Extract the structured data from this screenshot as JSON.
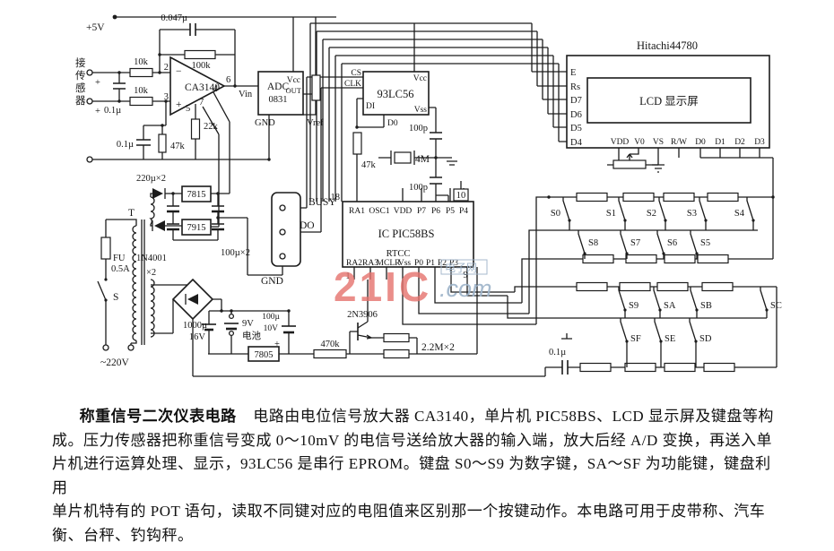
{
  "watermark": {
    "brand": "21IC",
    "suffix": ".com",
    "tag": "电子网"
  },
  "power": {
    "rail": "+5V",
    "mains": "~220V",
    "fuse": "FU",
    "fuse_rating": "0.5A",
    "switch": "S",
    "transformer": "T",
    "diode": "1N4001",
    "winding_qty": "×2",
    "reg_pos": "7815",
    "reg_neg": "7915",
    "reg_5v": "7805",
    "cap_220": "220µ×2",
    "cap_100": "100µ×2",
    "cap_1000": "1000µ",
    "cap_1000_v": "16V",
    "battery_v": "9V",
    "battery": "电池",
    "cap_100b": "100µ",
    "cap_100b_v": "10V",
    "plus": "+"
  },
  "sensor": {
    "c0": "接",
    "c1": "传",
    "c2": "感",
    "c3": "器",
    "r_top": "10k",
    "r_bot": "10k",
    "cap": "0.1µ"
  },
  "opamp": {
    "name": "CA3140",
    "minus": "−",
    "plus": "+",
    "p2": "2",
    "p3": "3",
    "p4": "4",
    "p5": "5",
    "p6": "6",
    "p7": "7",
    "fb_cap": "0.047µ",
    "fb_res": "100k",
    "r22k": "22k",
    "r47k": "47k",
    "cap": "0.1µ"
  },
  "adc": {
    "l1": "ADC",
    "l2": "0831",
    "vcc": "Vcc",
    "out": "OUT",
    "vin": "Vin",
    "gnd": "GND",
    "vref": "Vref"
  },
  "eeprom": {
    "name": "93LC56",
    "cs": "CS",
    "clk": "CLK",
    "di": "DI",
    "d0": "D0",
    "vcc": "Vcc",
    "vss": "Vss",
    "r": "47k",
    "c_top": "100p",
    "c_bot": "100p",
    "xtal": "4M"
  },
  "mcu": {
    "name": "IC PIC58BS",
    "sub": "RTCC",
    "p18": "18",
    "p10": "10",
    "p1": "1",
    "p9": "9",
    "top": [
      "RA1",
      "OSC1",
      "VDD",
      "P7",
      "P6",
      "P5",
      "P4"
    ],
    "bottom": [
      "RA2",
      "RA3",
      "MCLR",
      "Vss",
      "P0",
      "P1",
      "P2",
      "P3"
    ]
  },
  "lcd": {
    "title": "Hitachi44780",
    "screen": "LCD 显示屏",
    "left": [
      "E",
      "Rs",
      "D7",
      "D6",
      "D5",
      "D4"
    ],
    "bottom": [
      "VDD",
      "V0",
      "VS",
      "R/W",
      "D0",
      "D1",
      "D2",
      "D3"
    ]
  },
  "conn": {
    "busy": "BUSY",
    "dout": "DO",
    "gnd": "GND"
  },
  "keypad": {
    "row1": [
      "S0",
      "S1",
      "S2",
      "S3",
      "S4"
    ],
    "row2": [
      "S8",
      "S7",
      "S6",
      "S5"
    ],
    "row3": [
      "S9",
      "SA",
      "SB",
      "SC"
    ],
    "row4": [
      "SF",
      "SE",
      "SD"
    ],
    "cap": "0.1µ"
  },
  "driver": {
    "q": "2N3906",
    "r1": "470k",
    "r2": "2.2M×2"
  },
  "caption": {
    "title": "称重信号二次仪表电路",
    "l1": "电路由电位信号放大器 CA3140，单片机 PIC58BS、LCD 显示屏及键盘等构",
    "l2": "成。压力传感器把称重信号变成 0～10mV 的电信号送给放大器的输入端，放大后经 A/D 变换，再送入单",
    "l3": "片机进行运算处理、显示，93LC56 是串行 EPROM。键盘 S0～S9 为数字键，SA～SF 为功能键，键盘利用",
    "l4": "单片机特有的 POT 语句，读取不同键对应的电阻值来区别那一个按键动作。本电路可用于皮带称、汽车",
    "l5": "衡、台秤、钓钩秤。"
  }
}
